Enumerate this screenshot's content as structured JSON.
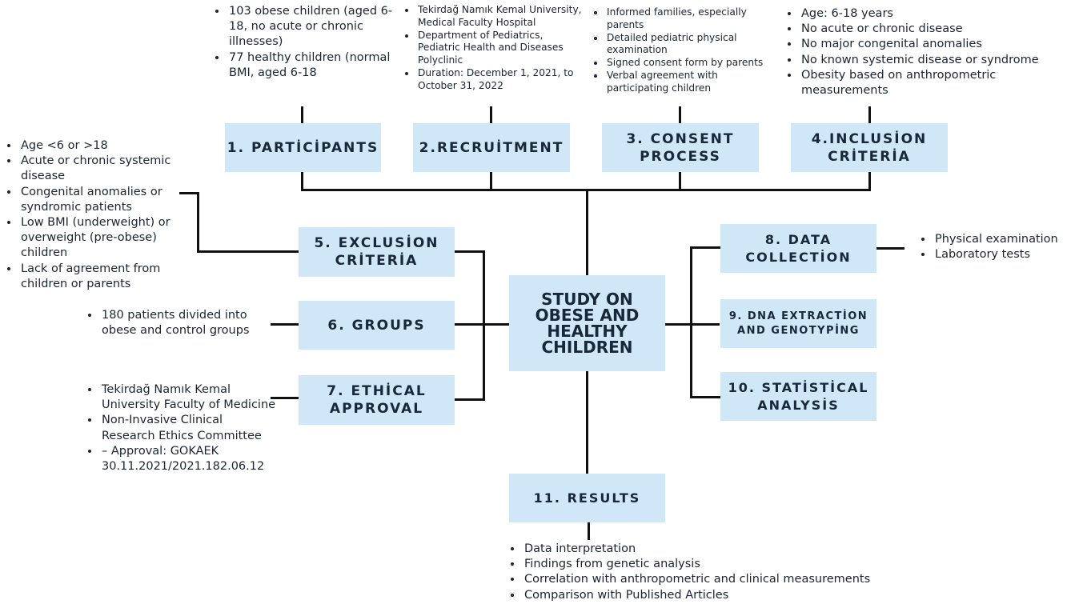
{
  "central": {
    "title": "STUDY ON\nOBESE AND\nHEALTHY\nCHILDREN"
  },
  "boxes": {
    "participants": "1.  PARTİCİPANTS",
    "recruitment": "2.RECRUİTMENT",
    "consent": "3. CONSENT\nPROCESS",
    "inclusion": "4.INCLUSİON\nCRİTERİA",
    "exclusion": "5. EXCLUSİON\nCRİTERİA",
    "groups": "6. GROUPS",
    "ethical": "7. ETHİCAL\nAPPROVAL",
    "data_collection": "8. DATA\nCOLLECTİON",
    "dna": "9. DNA EXTRACTİON\nAND GENOTYPİNG",
    "statistical": "10. STATİSTİCAL\nANALYSİS",
    "results": "11. RESULTS"
  },
  "notes": {
    "participants": [
      "103 obese children (aged 6-18, no acute or chronic illnesses)",
      " 77 healthy children (normal BMI, aged 6-18"
    ],
    "recruitment": [
      " Tekirdağ Namık Kemal University, Medical Faculty Hospital",
      " Department of Pediatrics, Pediatric Health and Diseases Polyclinic",
      " Duration: December 1, 2021, to October 31, 2022"
    ],
    "consent": [
      " Informed families, especially parents",
      " Detailed pediatric physical examination",
      " Signed consent form by parents",
      " Verbal agreement with participating children"
    ],
    "inclusion": [
      "Age: 6-18 years",
      "No acute or chronic disease",
      "No major congenital anomalies",
      "No known systemic disease or syndrome",
      "Obesity based on anthropometric measurements"
    ],
    "exclusion": [
      "Age <6 or >18",
      "Acute or chronic systemic disease",
      " Congenital anomalies or syndromic patients",
      " Low BMI (underweight) or overweight (pre-obese) children",
      " Lack of agreement from children or parents"
    ],
    "groups": [
      "180 patients divided into obese and control groups"
    ],
    "ethical": [
      "Tekirdağ Namık Kemal University Faculty of Medicine",
      " Non-Invasive Clinical Research Ethics Committee",
      "  – Approval: GOKAEK 30.11.2021/2021.182.06.12"
    ],
    "data_collection": [
      "Physical examination",
      " Laboratory tests"
    ],
    "results": [
      "Data interpretation",
      "Findings from genetic analysis",
      "Correlation with anthropometric and clinical measurements",
      "Comparison with Published Articles"
    ]
  }
}
